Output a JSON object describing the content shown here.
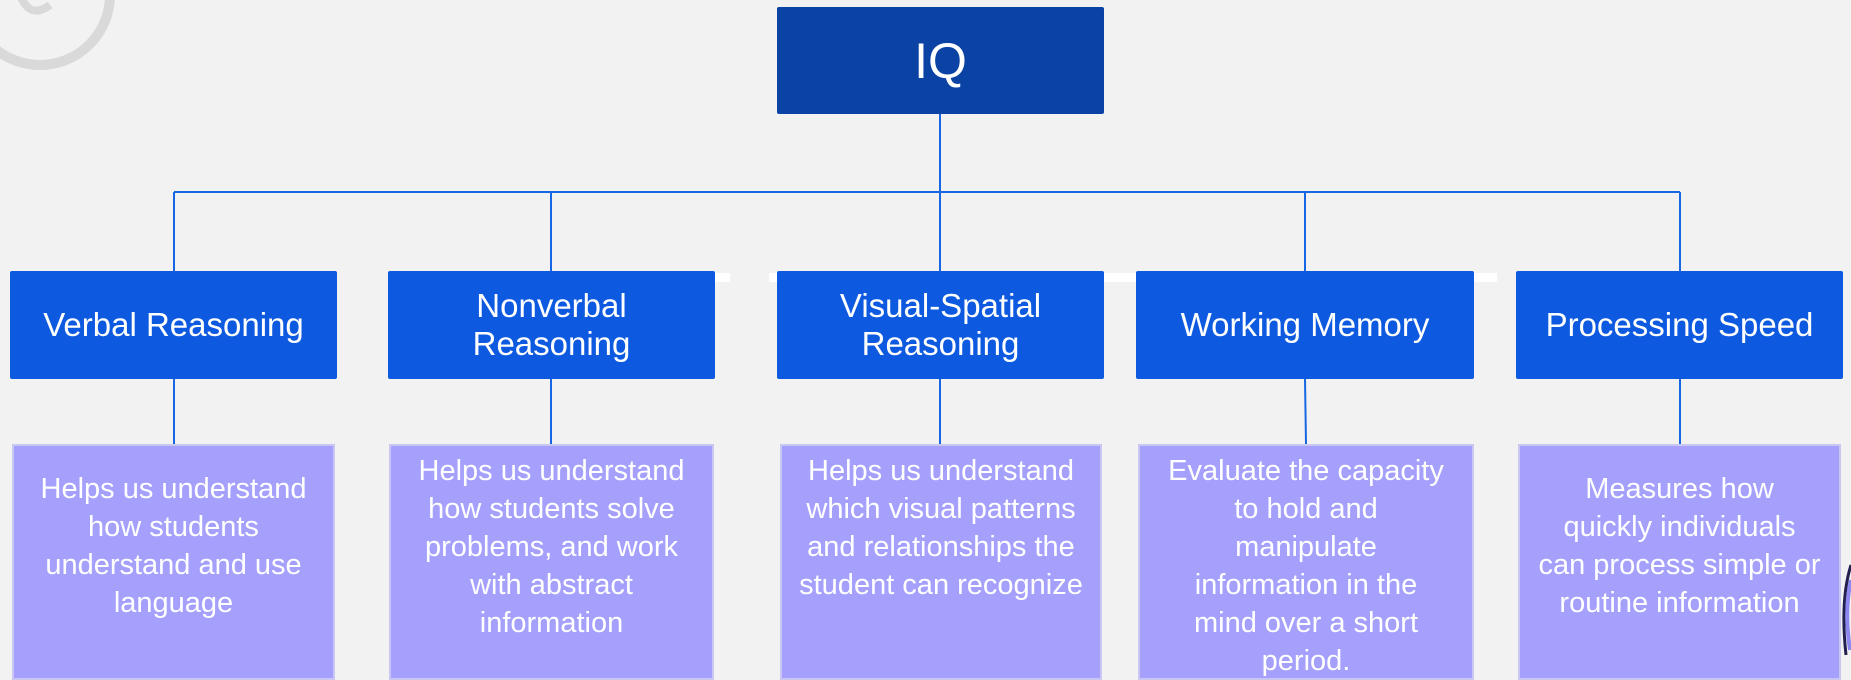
{
  "diagram": {
    "root": {
      "label": "IQ"
    },
    "branches": [
      {
        "label": "Verbal Reasoning",
        "description": "Helps us understand how students understand and use language"
      },
      {
        "label": "Nonverbal Reasoning",
        "description": "Helps us understand how students solve problems, and work with abstract information"
      },
      {
        "label": "Visual-Spatial Reasoning",
        "description": "Helps us understand which visual patterns and relationships the student can recognize"
      },
      {
        "label": "Working Memory",
        "description": "Evaluate the capacity to hold and manipulate information in the mind over a short period."
      },
      {
        "label": "Processing Speed",
        "description": "Measures how quickly individuals can process simple or routine information"
      }
    ]
  },
  "colors": {
    "background": "#f2f2f2",
    "root_fill": "#0b43a4",
    "category_fill": "#0d5ae0",
    "description_fill": "#a4a0fc",
    "connector": "#1766e3",
    "text": "#ffffff"
  }
}
